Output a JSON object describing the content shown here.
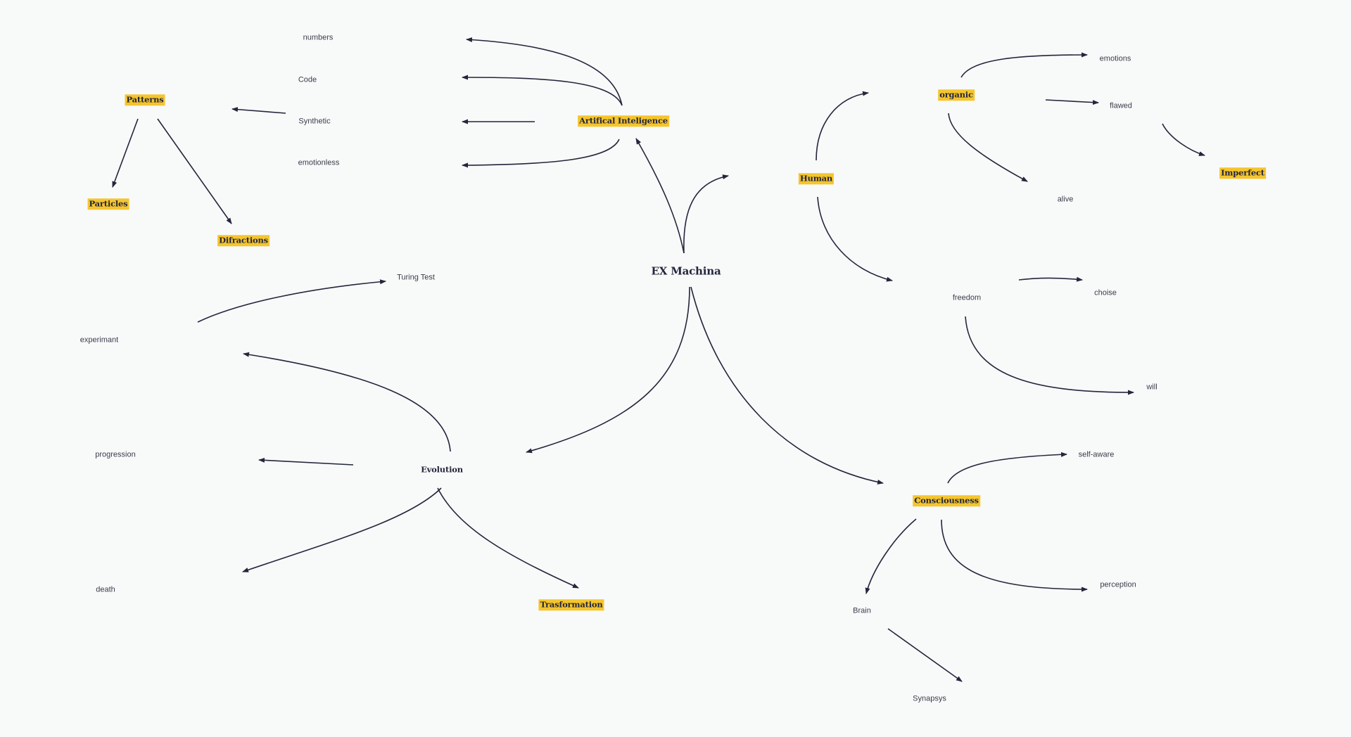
{
  "mindmap": {
    "root": "EX Machina",
    "nodes": [
      {
        "id": "root",
        "text": "EX Machina",
        "style": "root"
      },
      {
        "id": "ai",
        "text": "Artifical Inteligence",
        "style": "highlight"
      },
      {
        "id": "numbers",
        "text": "numbers",
        "style": "plain"
      },
      {
        "id": "code",
        "text": "Code",
        "style": "plain"
      },
      {
        "id": "synthetic",
        "text": "Synthetic",
        "style": "plain"
      },
      {
        "id": "emotionless",
        "text": "emotionless",
        "style": "plain"
      },
      {
        "id": "patterns",
        "text": "Patterns",
        "style": "highlight"
      },
      {
        "id": "particles",
        "text": "Particles",
        "style": "highlight"
      },
      {
        "id": "difractions",
        "text": "Difractions",
        "style": "highlight"
      },
      {
        "id": "human",
        "text": "Human",
        "style": "highlight"
      },
      {
        "id": "organic",
        "text": "organic",
        "style": "highlight"
      },
      {
        "id": "emotions",
        "text": "emotions",
        "style": "plain"
      },
      {
        "id": "flawed",
        "text": "flawed",
        "style": "plain"
      },
      {
        "id": "imperfect",
        "text": "Imperfect",
        "style": "highlight"
      },
      {
        "id": "alive",
        "text": "alive",
        "style": "plain"
      },
      {
        "id": "freedom",
        "text": "freedom",
        "style": "plain"
      },
      {
        "id": "choise",
        "text": "choise",
        "style": "plain"
      },
      {
        "id": "will",
        "text": "will",
        "style": "plain"
      },
      {
        "id": "evolution",
        "text": "Evolution",
        "style": "bold"
      },
      {
        "id": "turing",
        "text": "Turing Test",
        "style": "plain"
      },
      {
        "id": "experimant",
        "text": "experimant",
        "style": "plain"
      },
      {
        "id": "progression",
        "text": "progression",
        "style": "plain"
      },
      {
        "id": "death",
        "text": "death",
        "style": "plain"
      },
      {
        "id": "trasformation",
        "text": "Trasformation",
        "style": "highlight"
      },
      {
        "id": "consciousness",
        "text": "Consciousness",
        "style": "highlight"
      },
      {
        "id": "selfaware",
        "text": "self-aware",
        "style": "plain"
      },
      {
        "id": "perception",
        "text": "perception",
        "style": "plain"
      },
      {
        "id": "brain",
        "text": "Brain",
        "style": "plain"
      },
      {
        "id": "synapsys",
        "text": "Synapsys",
        "style": "plain"
      }
    ],
    "edges": [
      {
        "from": "root",
        "to": "ai"
      },
      {
        "from": "root",
        "to": "human"
      },
      {
        "from": "root",
        "to": "evolution"
      },
      {
        "from": "root",
        "to": "consciousness"
      },
      {
        "from": "ai",
        "to": "numbers"
      },
      {
        "from": "ai",
        "to": "code"
      },
      {
        "from": "ai",
        "to": "synthetic"
      },
      {
        "from": "ai",
        "to": "emotionless"
      },
      {
        "from": "synthetic",
        "to": "patterns"
      },
      {
        "from": "patterns",
        "to": "particles"
      },
      {
        "from": "patterns",
        "to": "difractions"
      },
      {
        "from": "human",
        "to": "organic"
      },
      {
        "from": "human",
        "to": "freedom"
      },
      {
        "from": "organic",
        "to": "emotions"
      },
      {
        "from": "organic",
        "to": "flawed"
      },
      {
        "from": "organic",
        "to": "alive"
      },
      {
        "from": "flawed",
        "to": "imperfect"
      },
      {
        "from": "freedom",
        "to": "choise"
      },
      {
        "from": "freedom",
        "to": "will"
      },
      {
        "from": "experimant",
        "to": "turing"
      },
      {
        "from": "evolution",
        "to": "experimant"
      },
      {
        "from": "evolution",
        "to": "progression"
      },
      {
        "from": "evolution",
        "to": "death"
      },
      {
        "from": "evolution",
        "to": "trasformation"
      },
      {
        "from": "consciousness",
        "to": "selfaware"
      },
      {
        "from": "consciousness",
        "to": "perception"
      },
      {
        "from": "consciousness",
        "to": "brain"
      },
      {
        "from": "brain",
        "to": "synapsys"
      }
    ]
  }
}
